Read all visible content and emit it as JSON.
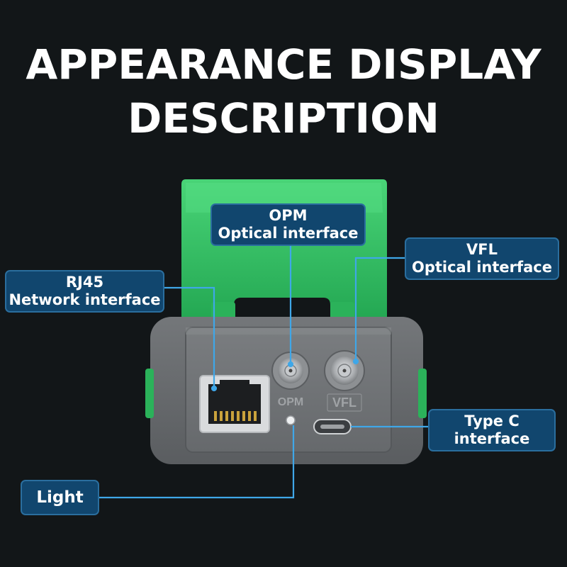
{
  "title": {
    "line1": "APPEARANCE DISPLAY",
    "line2": "DESCRIPTION"
  },
  "device": {
    "port_labels": {
      "opm": "OPM",
      "vfl": "VFL"
    }
  },
  "callouts": {
    "opm": {
      "line1": "OPM",
      "line2": "Optical interface"
    },
    "vfl": {
      "line1": "VFL",
      "line2": "Optical interface"
    },
    "rj45": {
      "line1": "RJ45",
      "line2": "Network interface"
    },
    "typec": {
      "line1": "Type C",
      "line2": "interface"
    },
    "light": {
      "line1": "Light"
    }
  },
  "colors": {
    "background": "#121618",
    "cover_green": "#2fbf5f",
    "callout_fill": "#11466e",
    "leader_line": "#3fa7e8",
    "device_gray": "#6c6f71"
  }
}
